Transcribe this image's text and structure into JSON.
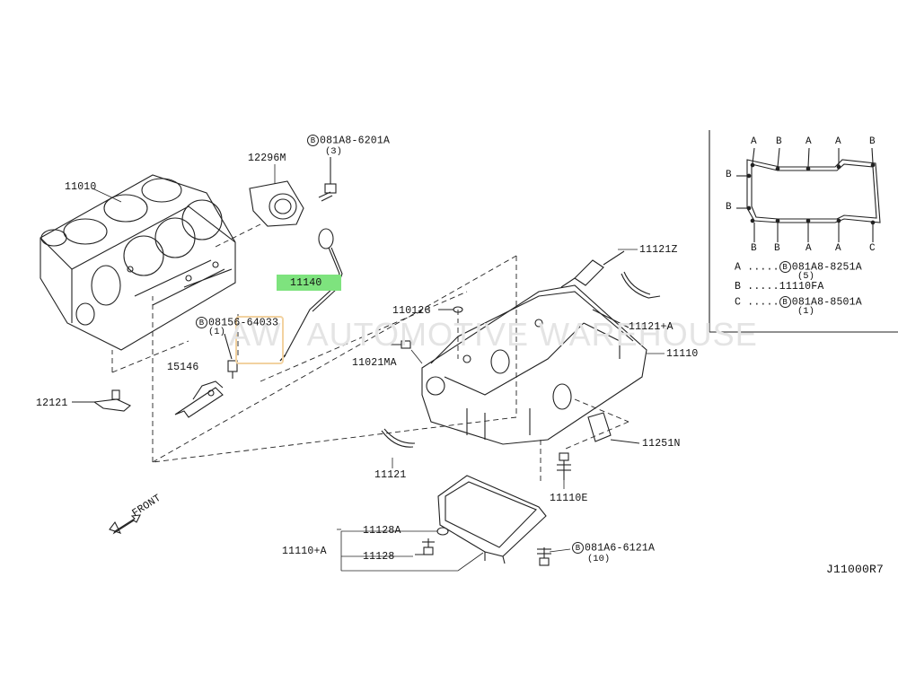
{
  "parts": {
    "p11010": "11010",
    "p12296M": "12296M",
    "p081A8_6201A": "081A8-6201A",
    "q3": "(3)",
    "p11140": "11140",
    "p08156": "08156-64033",
    "q1a": "(1)",
    "p15146": "15146",
    "p12121": "12121",
    "p11121Z": "11121Z",
    "p11012G": "11012G",
    "p11021MA": "11021MA",
    "p11121A": "11121+A",
    "p11110": "11110",
    "p11251N": "11251N",
    "p11121": "11121",
    "p11110E": "11110E",
    "p11128A": "11128A",
    "p11110A": "11110+A",
    "p11128": "11128",
    "p081A6_6121A": "081A6-6121A",
    "q10": "(10)",
    "front": "FRONT",
    "ref": "J11000R7"
  },
  "inset": {
    "top_tags": [
      "A",
      "B",
      "A",
      "A",
      "B"
    ],
    "bottom_tags": [
      "B",
      "B",
      "A",
      "A",
      "C"
    ],
    "left_tags": [
      "B",
      "B"
    ],
    "legend": [
      {
        "key": "A",
        "dots": ".....",
        "part": "081A8-8251A",
        "qty": "(5)",
        "bolt": true
      },
      {
        "key": "B",
        "dots": ".....",
        "part": "11110FA",
        "qty": "",
        "bolt": false
      },
      {
        "key": "C",
        "dots": ".....",
        "part": "081A8-8501A",
        "qty": "(1)",
        "bolt": true
      }
    ]
  },
  "bolt_symbol": "B",
  "watermark": "AUTOMOTIVE WAREHOUSE",
  "watermark_logo": "AW",
  "highlight_color": "#7ee37e"
}
